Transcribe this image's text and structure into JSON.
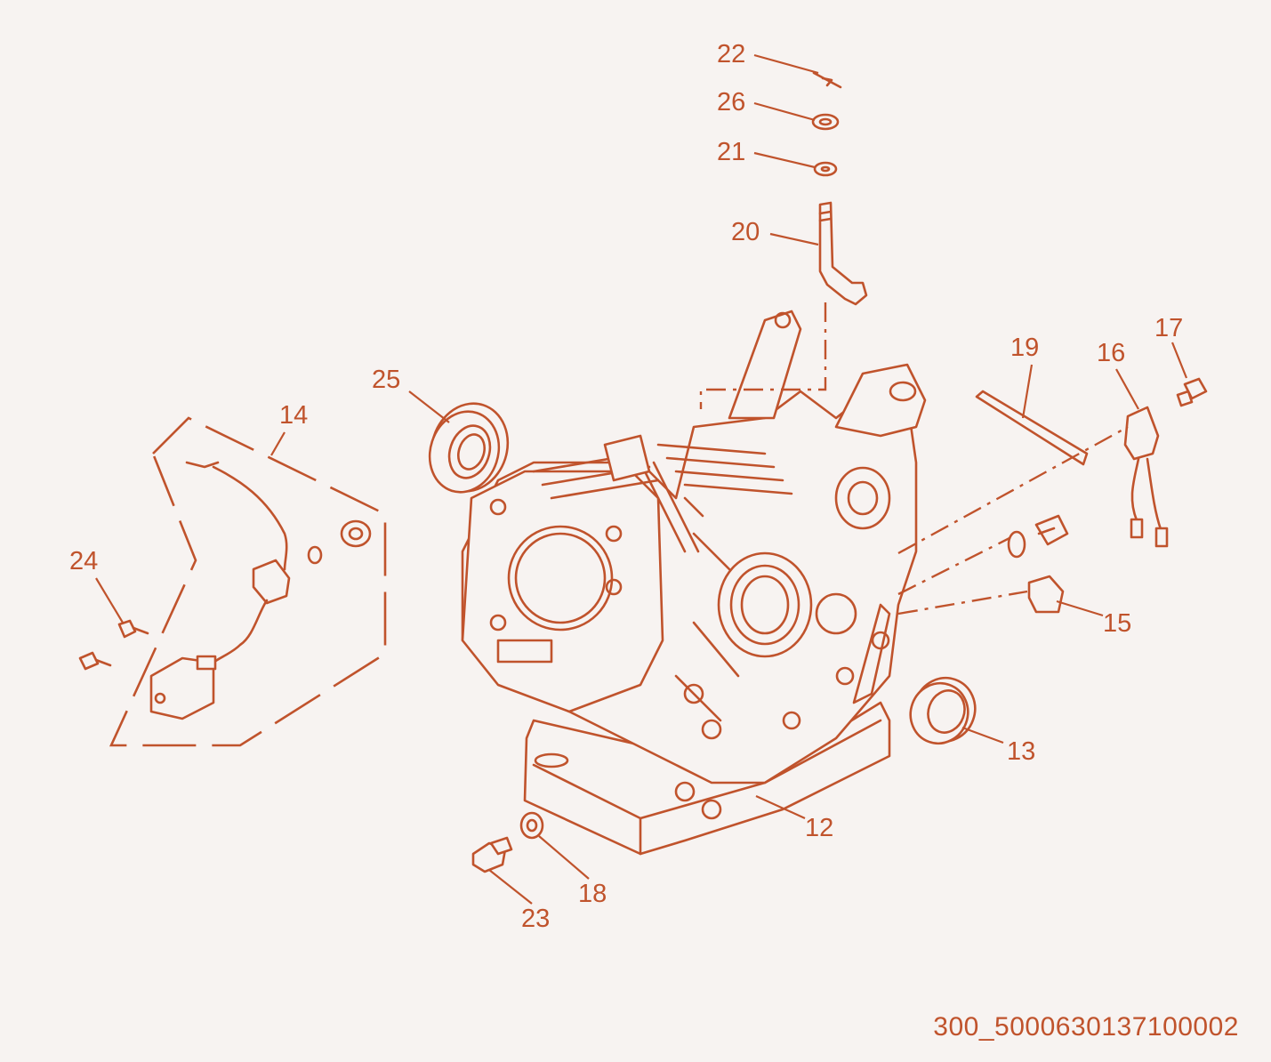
{
  "diagram": {
    "title": "",
    "accent_color": "#c0532c",
    "background_color": "#f7f3f1",
    "callouts": [
      {
        "id": "c12",
        "label": "12",
        "part": "crankcase"
      },
      {
        "id": "c13",
        "label": "13",
        "part": "oil-seal-right"
      },
      {
        "id": "c14",
        "label": "14",
        "part": "ignition-coil-assembly"
      },
      {
        "id": "c15",
        "label": "15",
        "part": "oil-level-sensor-block"
      },
      {
        "id": "c16",
        "label": "16",
        "part": "oil-alert-unit"
      },
      {
        "id": "c17",
        "label": "17",
        "part": "bolt"
      },
      {
        "id": "c18",
        "label": "18",
        "part": "washer"
      },
      {
        "id": "c19",
        "label": "19",
        "part": "drain-bolt"
      },
      {
        "id": "c20",
        "label": "20",
        "part": "gasket-strip"
      },
      {
        "id": "c21",
        "label": "21",
        "part": "governor-arm-shaft"
      },
      {
        "id": "c22",
        "label": "22",
        "part": "washer"
      },
      {
        "id": "c23",
        "label": "23",
        "part": "pin"
      },
      {
        "id": "c24",
        "label": "24",
        "part": "bolt"
      },
      {
        "id": "c25",
        "label": "25",
        "part": "oil-seal-left"
      },
      {
        "id": "c26",
        "label": "26",
        "part": "seal"
      }
    ],
    "footer_code": "300_5000630137100002"
  }
}
